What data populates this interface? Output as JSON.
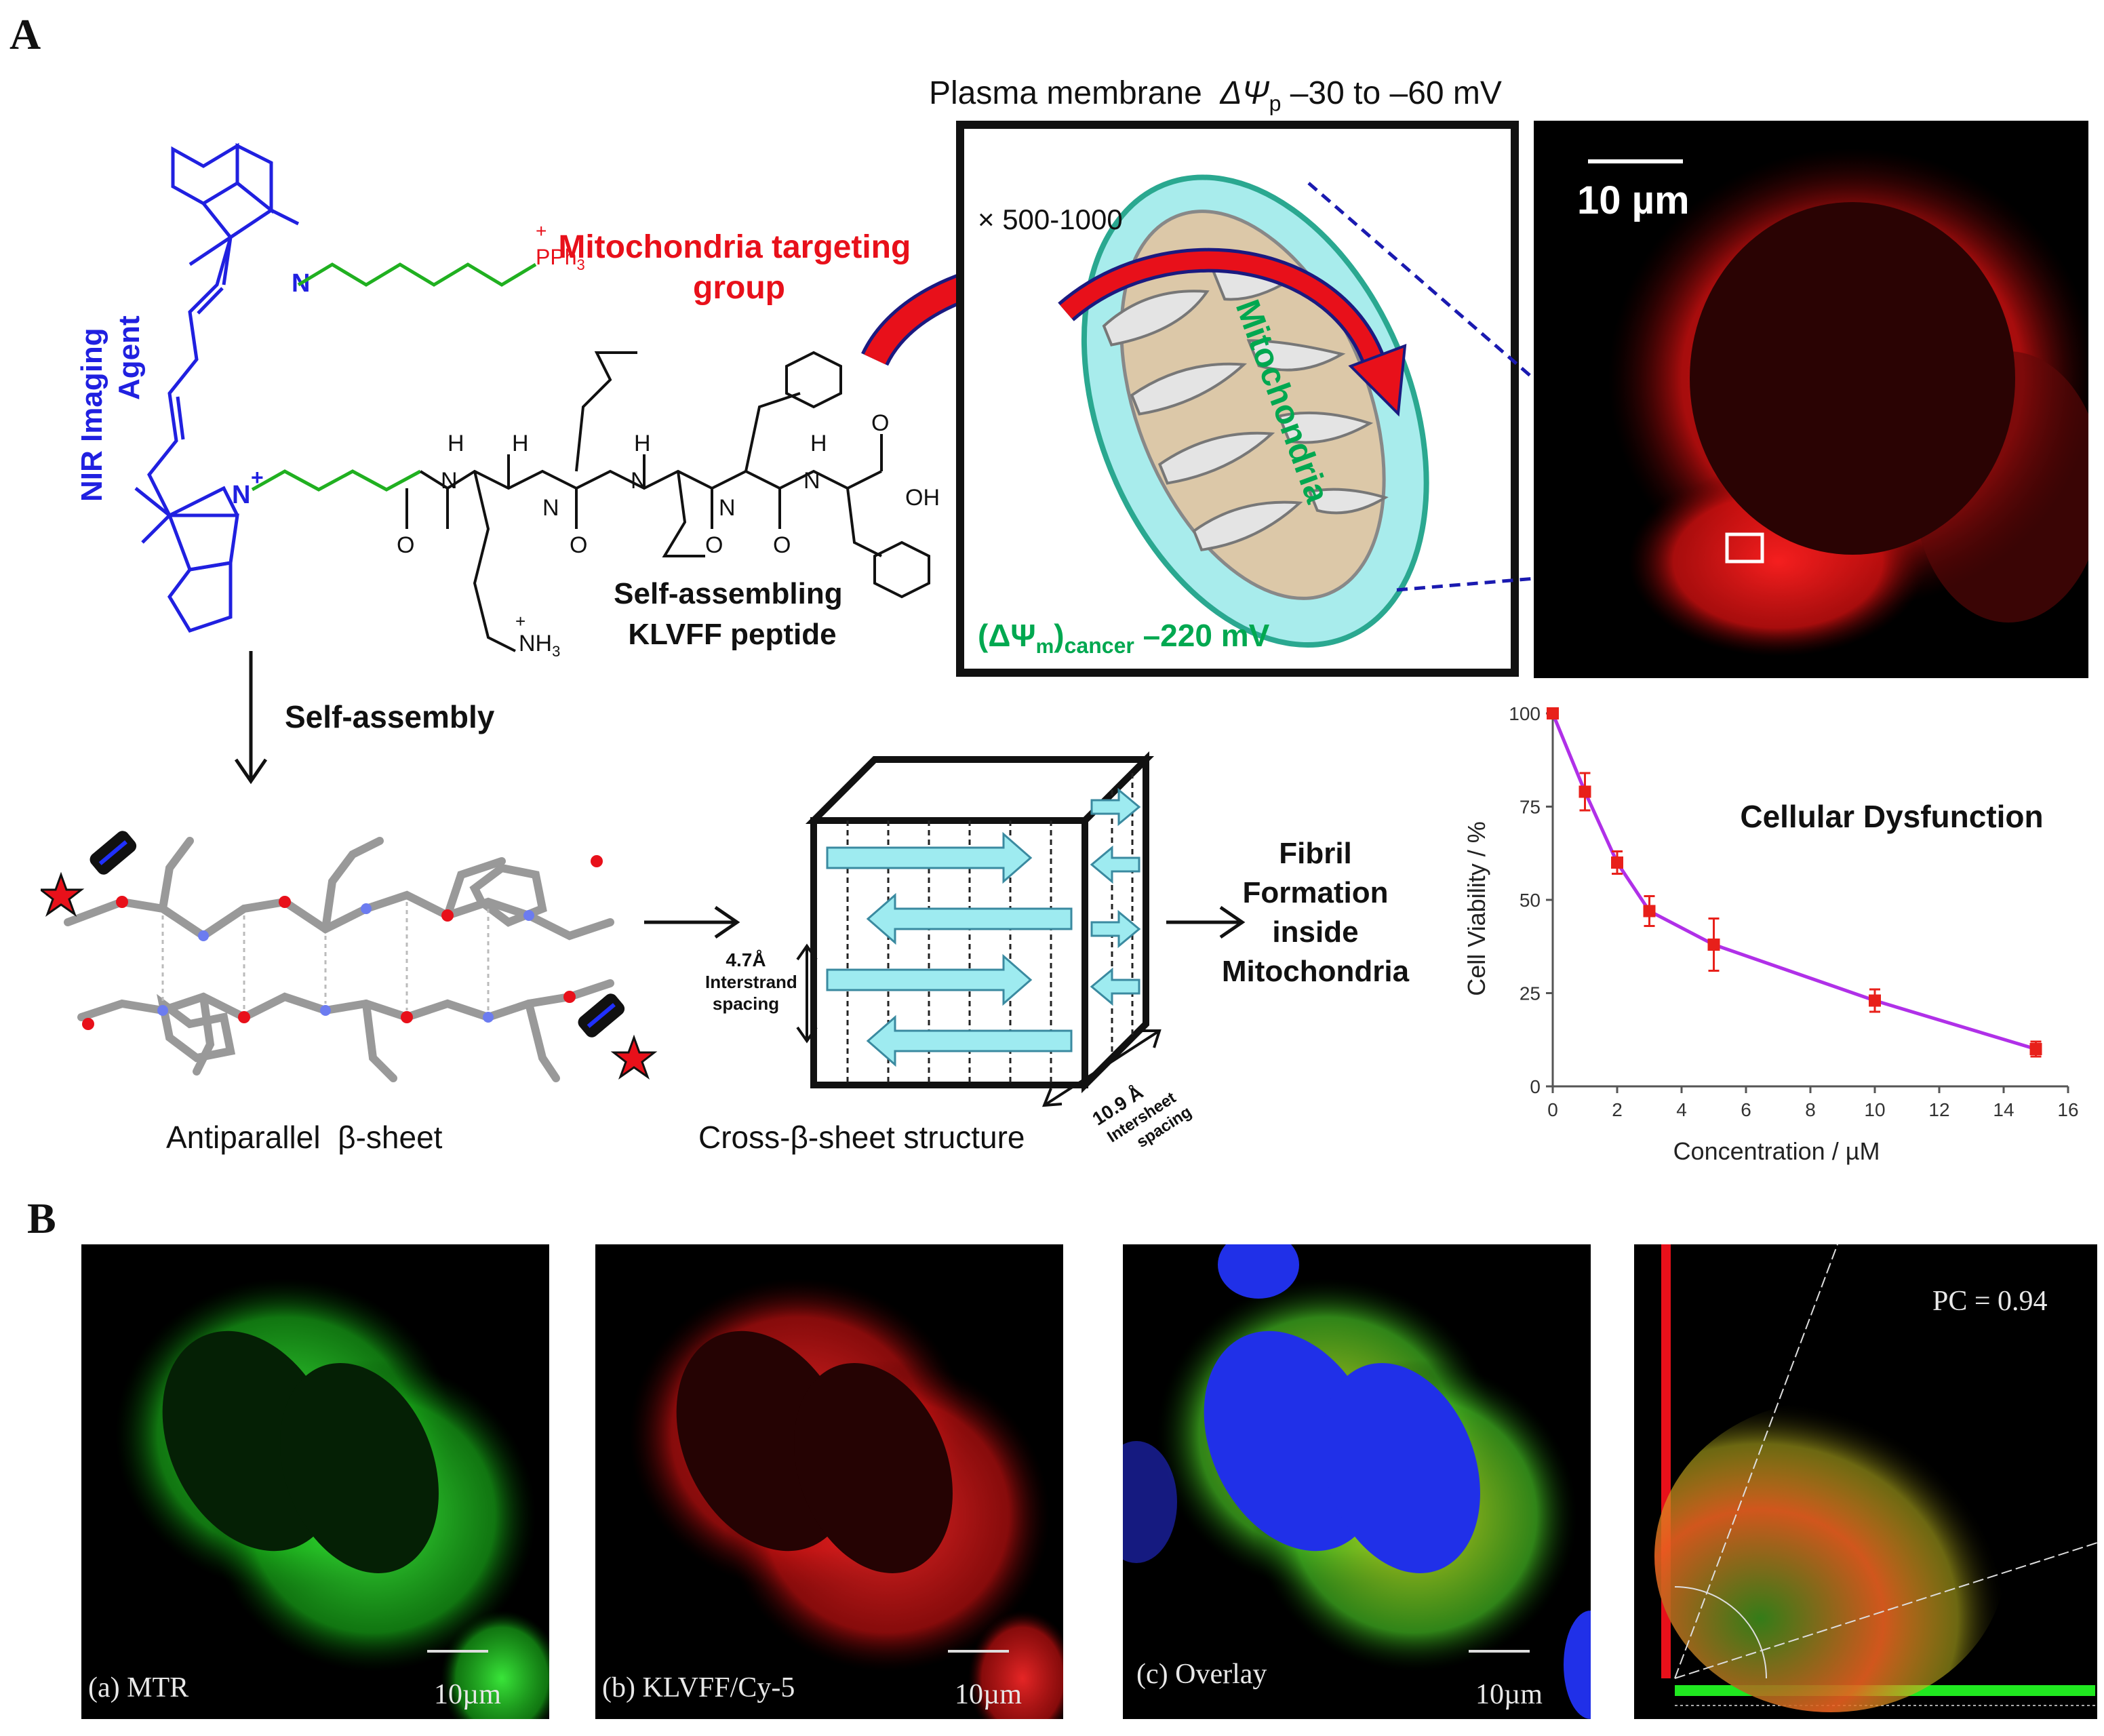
{
  "panels": {
    "a": "A",
    "b": "B"
  },
  "molecule": {
    "nir_label_1": "NIR Imaging",
    "nir_label_2": "Agent",
    "pph3": "PPh",
    "pph3_sub": "3",
    "targeting_1": "Mitochondria targeting",
    "targeting_2": "group",
    "h": "H",
    "n": "N",
    "o": "O",
    "oh": "OH",
    "nh3": "NH",
    "nh3_sub": "3",
    "peptide_1": "Self-assembling",
    "peptide_2": "KLVFF peptide"
  },
  "membrane": {
    "title_prefix": "Plasma membrane",
    "title_delta": "ΔΨ",
    "title_sub": "p",
    "title_suffix": "–30 to –60 mV",
    "factor": "× 500-1000",
    "mito_label": "Mitochondria",
    "cancer_prefix": "(ΔΨ",
    "cancer_sub_m": "m",
    "cancer_paren": ")",
    "cancer_sub": "cancer",
    "cancer_value": "–220 mV"
  },
  "cell_image": {
    "scale": "10 µm"
  },
  "assembly": {
    "arrow_label": "Self-assembly",
    "antiparallel": "Antiparallel  β-sheet",
    "cross": "Cross-β-sheet structure",
    "spacing_val": "4.7Å",
    "spacing_1": "Interstrand",
    "spacing_2": "spacing",
    "inter_val": "10.9 Å",
    "inter_1": "Intersheet",
    "inter_2": "spacing",
    "fibril_1": "Fibril",
    "fibril_2": "Formation",
    "fibril_3": "inside",
    "fibril_4": "Mitochondria"
  },
  "chart_data": {
    "type": "line",
    "title": "Cellular Dysfunction",
    "xlabel": "Concentration / µM",
    "ylabel": "Cell Viability / %",
    "xlim": [
      0,
      16
    ],
    "ylim": [
      0,
      100
    ],
    "xticks": [
      0,
      2,
      4,
      6,
      8,
      10,
      12,
      14,
      16
    ],
    "yticks": [
      0,
      25,
      50,
      75,
      100
    ],
    "series": [
      {
        "x": [
          0,
          1,
          2,
          3,
          5,
          10,
          15
        ],
        "y": [
          100,
          79,
          60,
          47,
          38,
          23,
          10
        ],
        "err": [
          0,
          5,
          3,
          4,
          7,
          3,
          2
        ],
        "line_color": "#b030e8",
        "marker_color": "#e8201a"
      }
    ],
    "grid": false
  },
  "panel_b": {
    "mtr_label": "(a) MTR",
    "klvff_label": "(b) KLVFF/Cy-5",
    "overlay_label": "(c) Overlay",
    "scale": "10µm",
    "pc_label": "PC = 0.94"
  },
  "colors": {
    "blue": "#2020e0",
    "red": "#e8101a",
    "green": "#00a850",
    "chain_green": "#20b020",
    "cyan_arrow": "#9eebf0"
  }
}
